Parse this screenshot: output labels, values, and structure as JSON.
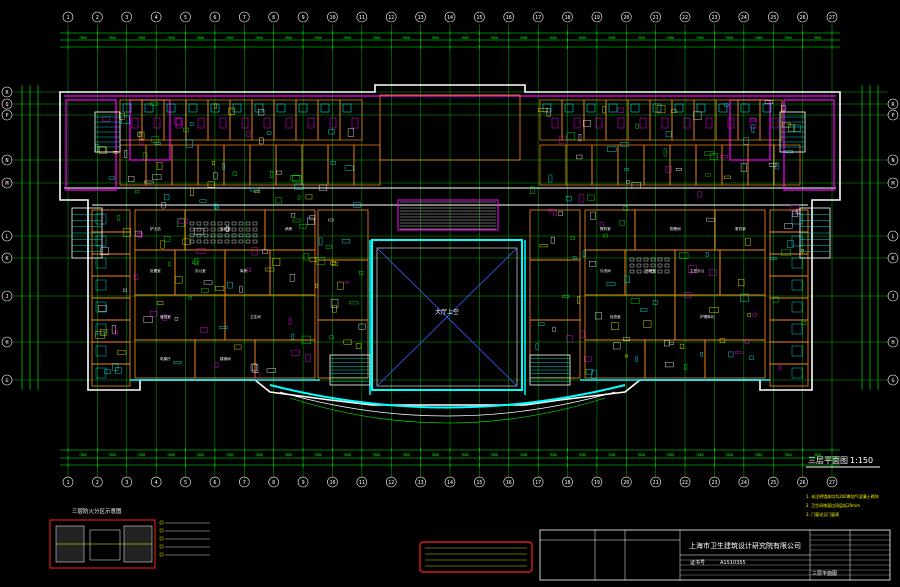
{
  "drawing": {
    "background": "#000000",
    "colors": {
      "grid": "#00ff00",
      "wall": "#ffffff",
      "room": "#ff8c1a",
      "magenta": "#ff00ff",
      "cyan": "#00ffff",
      "yellow": "#ffff00",
      "red": "#ff2020",
      "blue": "#3a5cff"
    },
    "axis_numbers_top": [
      "1",
      "2",
      "3",
      "4",
      "5",
      "6",
      "7",
      "8",
      "9",
      "10",
      "11",
      "12",
      "13",
      "14",
      "15",
      "16",
      "17",
      "18",
      "19",
      "20",
      "21",
      "22",
      "23",
      "24",
      "25",
      "26",
      "27"
    ],
    "axis_letters_left": [
      "R",
      "Q",
      "P",
      "N",
      "M",
      "L",
      "K",
      "J",
      "H",
      "G"
    ],
    "axis_letters_right": [
      "R",
      "P",
      "N",
      "M",
      "L",
      "K",
      "J",
      "H",
      "G"
    ],
    "title": "三层平面图",
    "scale": "1:150",
    "center_hall_label": "大厅上空",
    "legend_title": "三层防火分区示意图",
    "company": "上海市卫生建筑设计研究院有限公司",
    "cert_label": "证书号",
    "cert_no": "A1510355",
    "sheet_name": "三层平面图",
    "notes": [
      "1. 未注明墙体均为200厚加气混凝土砌块",
      "2. 卫生间地面比同层低20mm",
      "3. 门窗详见门窗表"
    ],
    "room_labels": [
      "护士站",
      "治疗室",
      "病房",
      "处置室",
      "办公室",
      "库房",
      "值班室",
      "卫生间",
      "电梯厅",
      "楼梯间",
      "换药室",
      "配餐间",
      "更衣室",
      "污洗间",
      "示教室",
      "主任办公",
      "检查室",
      "护理单元"
    ]
  }
}
